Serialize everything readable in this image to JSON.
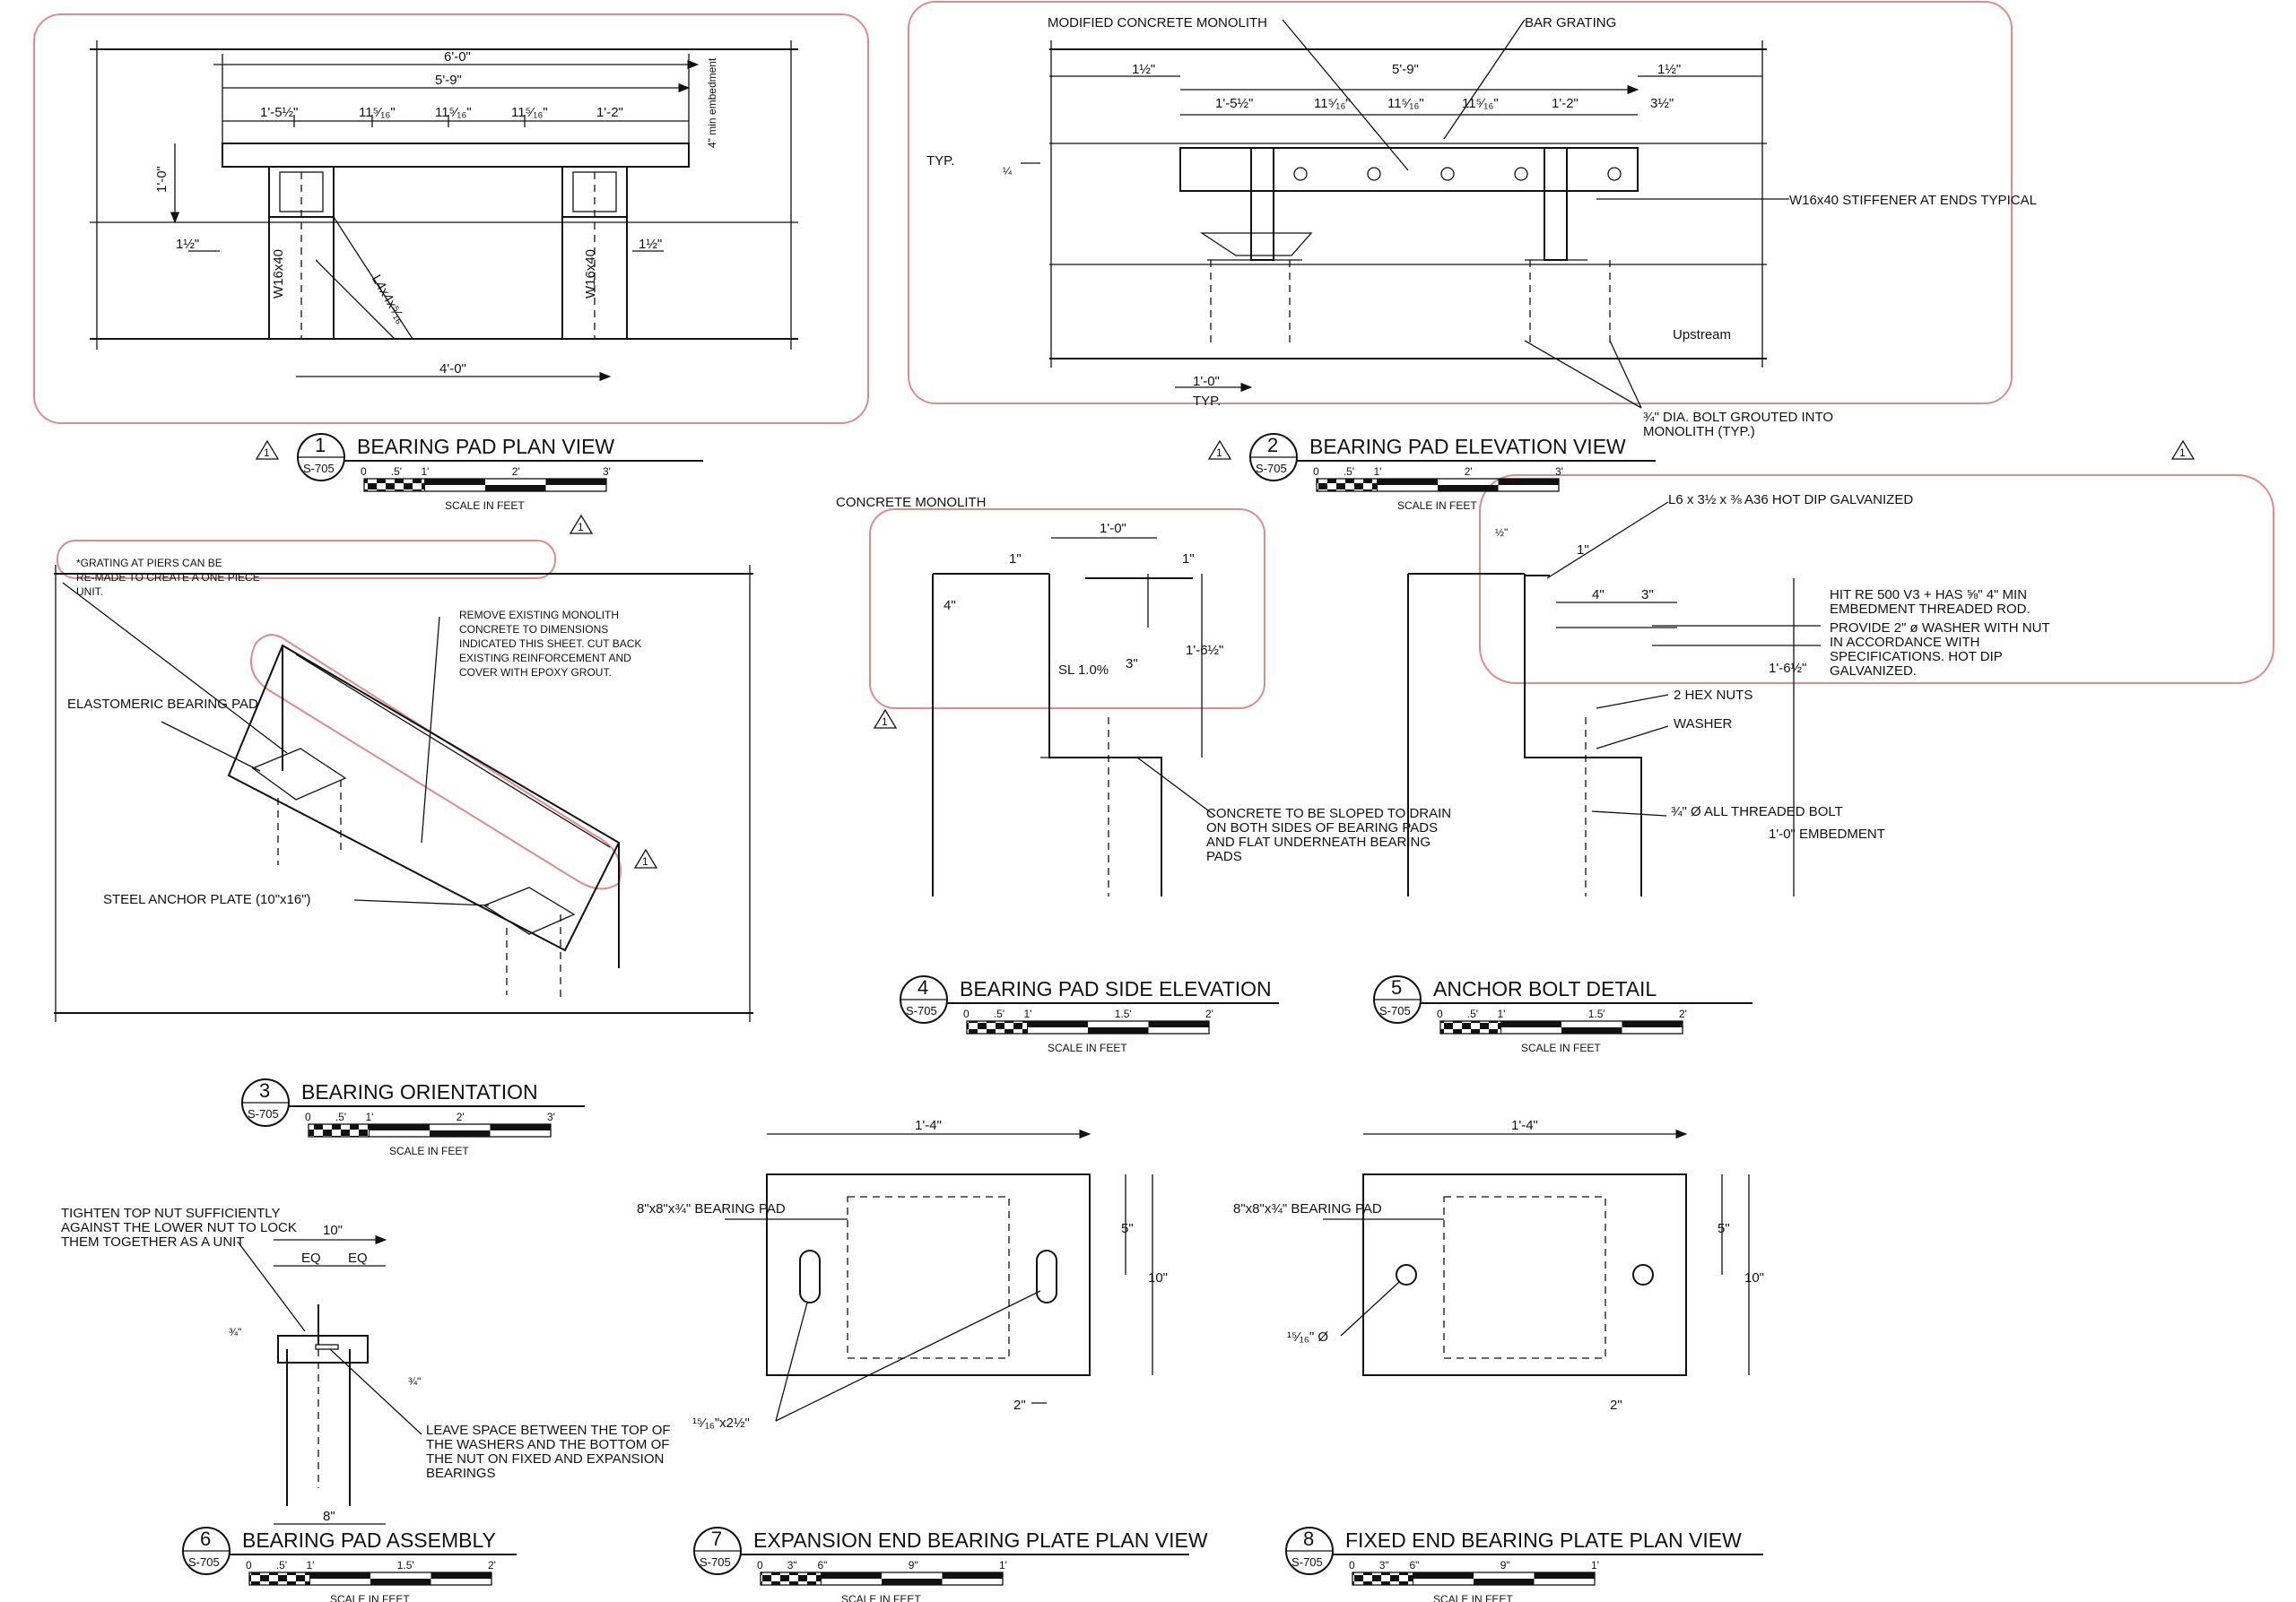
{
  "sheet": "S-705",
  "scale_text": "SCALE IN FEET",
  "views": [
    {
      "num": "1",
      "title": "BEARING PAD PLAN VIEW",
      "ticks": [
        "0",
        ".5'",
        "1'",
        "2'",
        "3'"
      ]
    },
    {
      "num": "2",
      "title": "BEARING PAD ELEVATION VIEW",
      "ticks": [
        "0",
        ".5'",
        "1'",
        "2'",
        "3'"
      ]
    },
    {
      "num": "3",
      "title": "BEARING ORIENTATION",
      "ticks": [
        "0",
        ".5'",
        "1'",
        "2'",
        "3'"
      ]
    },
    {
      "num": "4",
      "title": "BEARING PAD SIDE ELEVATION",
      "ticks": [
        "0",
        ".5'",
        "1'",
        "1.5'",
        "2'"
      ]
    },
    {
      "num": "5",
      "title": "ANCHOR BOLT DETAIL",
      "ticks": [
        "0",
        ".5'",
        "1'",
        "1.5'",
        "2'"
      ]
    },
    {
      "num": "6",
      "title": "BEARING PAD ASSEMBLY",
      "ticks": [
        "0",
        ".5'",
        "1'",
        "1.5'",
        "2'"
      ]
    },
    {
      "num": "7",
      "title": "EXPANSION END BEARING PLATE PLAN VIEW",
      "ticks": [
        "0",
        "3\"",
        "6\"",
        "9\"",
        "1'"
      ]
    },
    {
      "num": "8",
      "title": "FIXED END BEARING PLATE PLAN VIEW",
      "ticks": [
        "0",
        "3\"",
        "6\"",
        "9\"",
        "1'"
      ]
    }
  ],
  "revision_mark": "1",
  "v1": {
    "d_overall": "6'-0\"",
    "d_width": "5'-9\"",
    "d_seg": [
      "1'-5½\"",
      "11⁵⁄₁₆\"",
      "11⁵⁄₁₆\"",
      "11⁵⁄₁₆\"",
      "1'-2\""
    ],
    "d_depth": "1'-0\"",
    "d_half": "1½\"",
    "d_embed": "4\" min embedment",
    "d_bottom": "4'-0\"",
    "beam": "W16x40",
    "brace": "L4x4x⁵⁄₁₆"
  },
  "v2": {
    "monolith": "MODIFIED CONCRETE MONOLITH",
    "grating": "BAR GRATING",
    "d_width": "5'-9\"",
    "d_half": "1½\"",
    "d_end": "3½\"",
    "d_seg": [
      "1'-5½\"",
      "11⁵⁄₁₆\"",
      "11⁵⁄₁₆\"",
      "11⁵⁄₁₆\"",
      "1'-2\""
    ],
    "typ": "TYP.",
    "weld": "¼",
    "stiffener": "W16x40 STIFFENER AT ENDS TYPICAL",
    "upstream": "Upstream",
    "d_bolt": "1'-0\"",
    "typ2": "TYP.",
    "bolt_note": "¾\" DIA. BOLT GROUTED INTO MONOLITH (TYP.)"
  },
  "v3": {
    "note": "*GRATING AT PIERS CAN BE RE-MADE TO CREATE A ONE PIECE UNIT.",
    "remove": "REMOVE EXISTING MONOLITH CONCRETE TO DIMENSIONS INDICATED THIS SHEET. CUT BACK EXISTING REINFORCEMENT AND COVER WITH EPOXY GROUT.",
    "pad": "ELASTOMERIC BEARING PAD",
    "plate": "STEEL ANCHOR PLATE (10\"x16\")"
  },
  "v4": {
    "concrete": "CONCRETE MONOLITH",
    "d_top": "1'-0\"",
    "d_1a": "1\"",
    "d_1b": "1\"",
    "d_4": "4\"",
    "d_3": "3\"",
    "d_h": "1'-6½\"",
    "slope": "SL 1.0%",
    "note": "CONCRETE TO BE SLOPED TO DRAIN ON BOTH SIDES OF BEARING PADS AND FLAT UNDERNEATH BEARING PADS"
  },
  "v5": {
    "angle": "L6 x 3½ x ⅜ A36 HOT DIP GALVANIZED",
    "hit": "HIT RE 500 V3 + HAS ⅝\" 4\" MIN EMBEDMENT THREADED ROD.",
    "washer_note": "PROVIDE 2\" ø WASHER WITH NUT IN ACCORDANCE WITH SPECIFICATIONS. HOT DIP GALVANIZED.",
    "nuts": "2 HEX NUTS",
    "washer": "WASHER",
    "bolt": "¾\" Ø ALL THREADED BOLT",
    "d_half": "½\"",
    "d_1": "1\"",
    "d_4": "4\"",
    "d_3": "3\"",
    "d_h": "1'-6½\"",
    "d_embed": "1'-0\" EMBEDMENT"
  },
  "v6": {
    "note_top": "TIGHTEN TOP NUT SUFFICIENTLY AGAINST THE LOWER NUT TO LOCK THEM TOGETHER AS A UNIT",
    "d_10": "10\"",
    "eq": "EQ",
    "d_q1": "¾\"",
    "d_q2": "¾\"",
    "d_8": "8\"",
    "note_bot": "LEAVE SPACE BETWEEN THE TOP OF THE WASHERS AND THE BOTTOM OF THE NUT ON FIXED AND EXPANSION BEARINGS"
  },
  "v7": {
    "d_w": "1'-4\"",
    "pad": "8\"x8\"x¾\" BEARING PAD",
    "d_5": "5\"",
    "d_10": "10\"",
    "d_2": "2\"",
    "slot": "¹⁵⁄₁₆\"x2½\""
  },
  "v8": {
    "d_w": "1'-4\"",
    "pad": "8\"x8\"x¾\" BEARING PAD",
    "d_5": "5\"",
    "d_10": "10\"",
    "d_2": "2\"",
    "hole": "¹⁵⁄₁₆\" Ø"
  }
}
